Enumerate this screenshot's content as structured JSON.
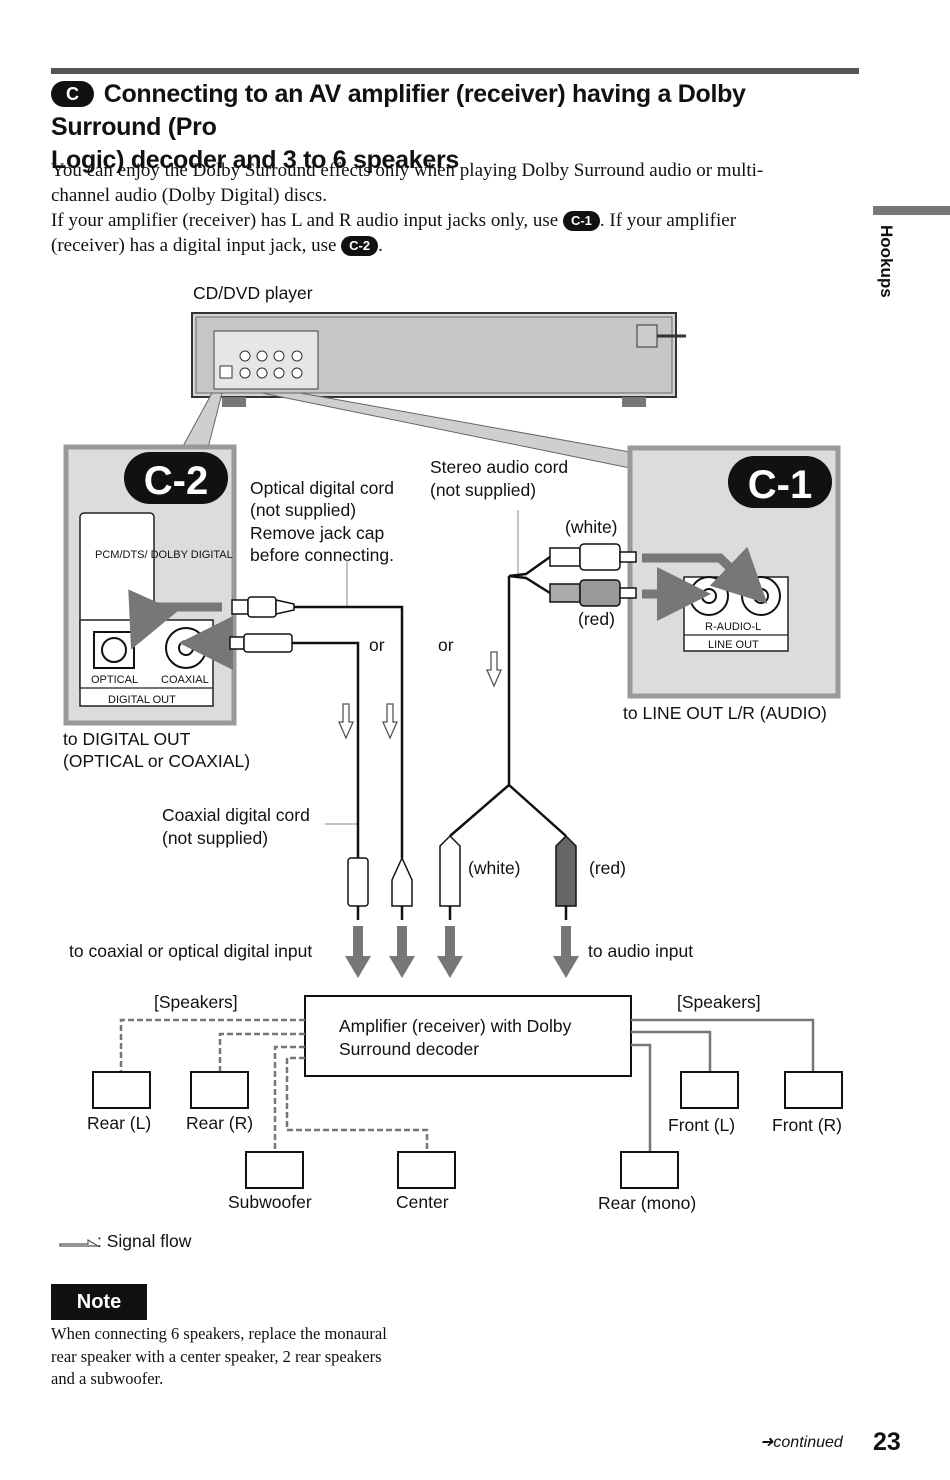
{
  "heading": {
    "badge": "C",
    "title_line1": "Connecting to an AV amplifier (receiver) having a Dolby Surround (Pro",
    "title_line2": "Logic) decoder and 3 to 6 speakers"
  },
  "intro": {
    "line1": "You can enjoy the Dolby Surround effects only when playing Dolby Surround audio or multi-",
    "line2": "channel audio (Dolby Digital) discs.",
    "line3_before": "If your amplifier (receiver) has L and R audio input jacks only, use ",
    "pill_c1": "C-1",
    "line3_after": ". If your amplifier",
    "line4_before": "(receiver) has a digital input jack, use ",
    "pill_c2": "C-2",
    "line4_after": "."
  },
  "side_tab": "Hookups",
  "diagram": {
    "player_label": "CD/DVD player",
    "c2_label": "C-2",
    "c1_label": "C-1",
    "jack_logo": "PCM/DTS/ DOLBY DIGITAL",
    "optical": "OPTICAL",
    "coaxial": "COAXIAL",
    "digital_out": "DIGITAL OUT",
    "r_audio_l": "R-AUDIO-L",
    "line_out": "LINE OUT",
    "optical_cord_1": "Optical digital cord",
    "optical_cord_2": "(not supplied)",
    "optical_cord_3": "Remove jack cap",
    "optical_cord_4": "before connecting.",
    "stereo_cord_1": "Stereo audio cord",
    "stereo_cord_2": "(not supplied)",
    "white_top": "(white)",
    "red_top": "(red)",
    "or_left": "or",
    "or_right": "or",
    "to_line_out": "to LINE OUT L/R (AUDIO)",
    "to_digital_out_1": "to DIGITAL OUT",
    "to_digital_out_2": "(OPTICAL or COAXIAL)",
    "coax_cord_1": "Coaxial digital cord",
    "coax_cord_2": "(not supplied)",
    "white_bottom": "(white)",
    "red_bottom": "(red)",
    "to_coax_input": "to coaxial or optical digital input",
    "to_audio_input": "to audio input",
    "speakers_left": "[Speakers]",
    "speakers_right": "[Speakers]",
    "amp_1": "Amplifier (receiver) with Dolby",
    "amp_2": "Surround decoder",
    "rear_l": "Rear (L)",
    "rear_r": "Rear (R)",
    "front_l": "Front (L)",
    "front_r": "Front (R)",
    "subwoofer": "Subwoofer",
    "center": "Center",
    "rear_mono": "Rear (mono)",
    "signal_flow": ": Signal flow"
  },
  "note": {
    "label": "Note",
    "line1": "When connecting 6 speakers, replace the monaural",
    "line2": "rear speaker with a center speaker, 2 rear speakers",
    "line3": "and a subwoofer."
  },
  "footer": {
    "continued": "continued",
    "page": "23"
  }
}
